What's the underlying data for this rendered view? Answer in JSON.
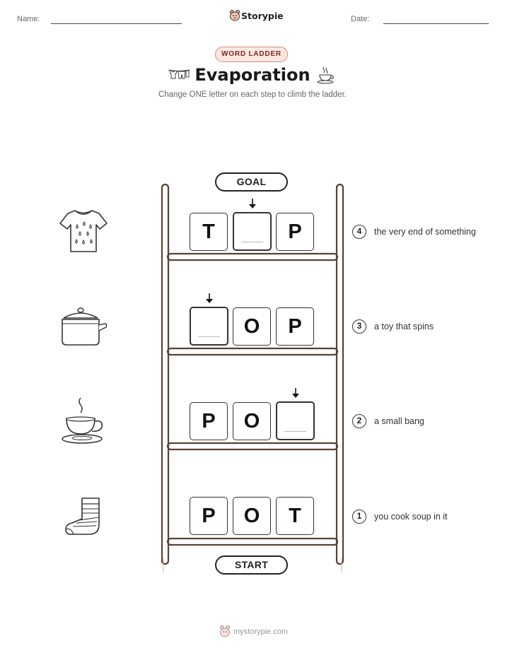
{
  "header": {
    "name_label": "Name:",
    "date_label": "Date:",
    "brand": "Storypie"
  },
  "badge": "WORD LADDER",
  "title": "Evaporation",
  "subtitle": "Change ONE letter on each step to climb the ladder.",
  "goal_label": "GOAL",
  "start_label": "START",
  "rungs": [
    {
      "number": "4",
      "clue": "the very end of something",
      "letters": [
        "T",
        "",
        "P"
      ],
      "picture": "wet-shirt"
    },
    {
      "number": "3",
      "clue": "a toy that spins",
      "letters": [
        "",
        "O",
        "P"
      ],
      "picture": "cooking-pot"
    },
    {
      "number": "2",
      "clue": "a small bang",
      "letters": [
        "P",
        "O",
        ""
      ],
      "picture": "steaming-cup"
    },
    {
      "number": "1",
      "clue": "you cook soup in it",
      "letters": [
        "P",
        "O",
        "T"
      ],
      "picture": "sock"
    }
  ],
  "footer": "mystorypie.com",
  "colors": {
    "ladder": "#5c4033",
    "badge_fill": "#fde7e1",
    "badge_border": "#d98a7c",
    "badge_text": "#7a2a1c"
  }
}
